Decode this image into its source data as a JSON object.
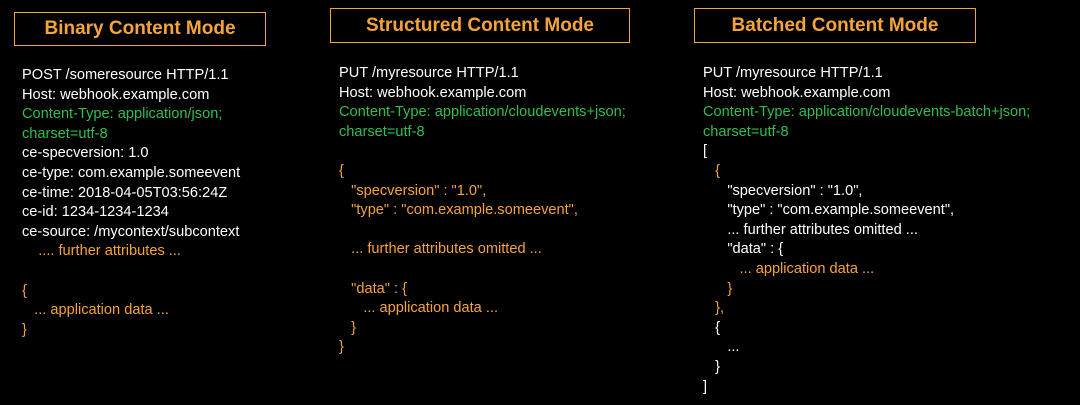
{
  "binary": {
    "title": "Binary Content Mode",
    "lines": [
      {
        "text": "POST /someresource HTTP/1.1",
        "color": "white"
      },
      {
        "text": "Host: webhook.example.com",
        "color": "white"
      },
      {
        "text": "Content-Type: application/json;",
        "color": "green"
      },
      {
        "text": "charset=utf-8",
        "color": "green"
      },
      {
        "text": "ce-specversion: 1.0",
        "color": "white"
      },
      {
        "text": "ce-type: com.example.someevent",
        "color": "white"
      },
      {
        "text": "ce-time: 2018-04-05T03:56:24Z",
        "color": "white"
      },
      {
        "text": "ce-id: 1234-1234-1234",
        "color": "white"
      },
      {
        "text": "ce-source: /mycontext/subcontext",
        "color": "white"
      },
      {
        "text": "    .... further attributes ...",
        "color": "orange"
      },
      {
        "text": "",
        "color": "blank"
      },
      {
        "text": "{",
        "color": "orange"
      },
      {
        "text": "   ... application data ...",
        "color": "orange"
      },
      {
        "text": "}",
        "color": "orange"
      }
    ]
  },
  "structured": {
    "title": "Structured Content Mode",
    "lines": [
      {
        "text": "PUT /myresource HTTP/1.1",
        "color": "white"
      },
      {
        "text": "Host: webhook.example.com",
        "color": "white"
      },
      {
        "text": "Content-Type: application/cloudevents+json;",
        "color": "green"
      },
      {
        "text": "charset=utf-8",
        "color": "green"
      },
      {
        "text": "",
        "color": "blank"
      },
      {
        "text": "{",
        "color": "orange"
      },
      {
        "text": "   \"specversion\" : \"1.0\",",
        "color": "orange"
      },
      {
        "text": "   \"type\" : \"com.example.someevent\",",
        "color": "orange"
      },
      {
        "text": "",
        "color": "blank"
      },
      {
        "text": "   ... further attributes omitted ...",
        "color": "orange"
      },
      {
        "text": "",
        "color": "blank"
      },
      {
        "text": "   \"data\" : {",
        "color": "orange"
      },
      {
        "text": "      ... application data ...",
        "color": "orange"
      },
      {
        "text": "   }",
        "color": "orange"
      },
      {
        "text": "}",
        "color": "orange"
      }
    ]
  },
  "batched": {
    "title": "Batched Content Mode",
    "lines": [
      {
        "text": "PUT /myresource HTTP/1.1",
        "color": "white"
      },
      {
        "text": "Host: webhook.example.com",
        "color": "white"
      },
      {
        "text": "Content-Type: application/cloudevents-batch+json;",
        "color": "green"
      },
      {
        "text": "charset=utf-8",
        "color": "green"
      },
      {
        "text": "[",
        "color": "white"
      },
      {
        "text": "   {",
        "color": "orange"
      },
      {
        "text": "      \"specversion\" : \"1.0\",",
        "color": "white"
      },
      {
        "text": "      \"type\" : \"com.example.someevent\",",
        "color": "white"
      },
      {
        "text": "      ... further attributes omitted ...",
        "color": "white"
      },
      {
        "text": "      \"data\" : {",
        "color": "white"
      },
      {
        "text": "         ... application data ...",
        "color": "orange"
      },
      {
        "text": "      }",
        "color": "orange"
      },
      {
        "text": "   },",
        "color": "orange"
      },
      {
        "text": "   {",
        "color": "white"
      },
      {
        "text": "      ...",
        "color": "white"
      },
      {
        "text": "   }",
        "color": "white"
      },
      {
        "text": "]",
        "color": "white"
      }
    ]
  },
  "colors": {
    "accent_orange": "#f5a33d",
    "green": "#2fbf4f",
    "white": "#ffffff",
    "background": "#000000"
  }
}
